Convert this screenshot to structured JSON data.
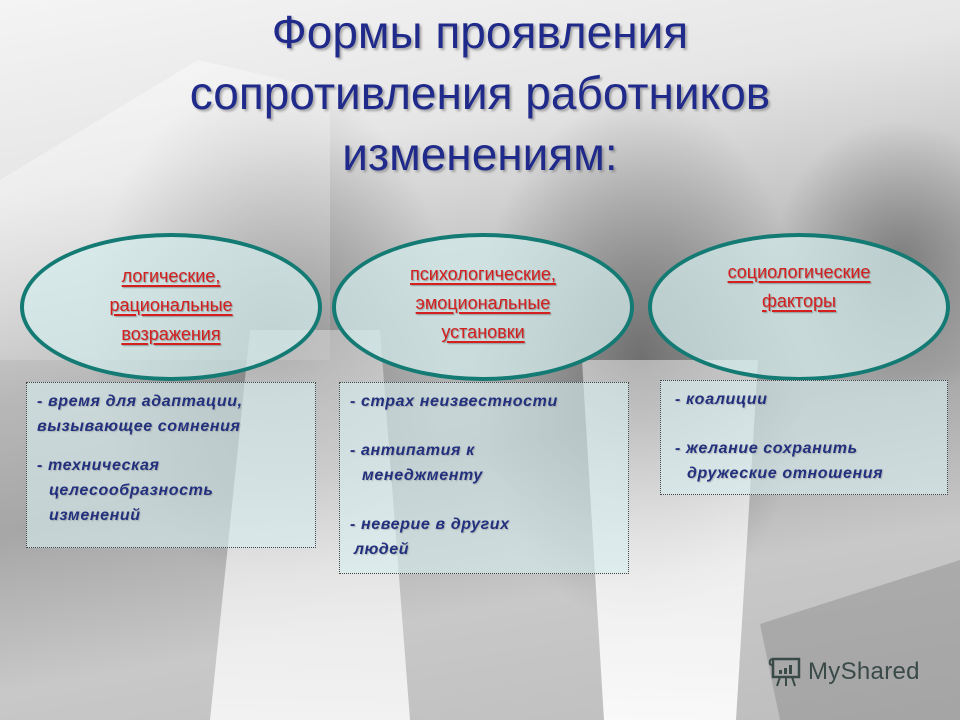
{
  "slide": {
    "title_lines": [
      "Формы проявления",
      "сопротивления работников",
      "изменениям:"
    ],
    "categories": [
      {
        "label_lines": [
          "логические,",
          "рациональные",
          "возражения"
        ],
        "items": [
          {
            "lines": [
              "- время для адаптации,",
              "вызывающее сомнения"
            ]
          },
          {
            "lines": [
              "- техническая",
              "целесообразность",
              "изменений"
            ]
          }
        ]
      },
      {
        "label_lines": [
          "психологические,",
          "эмоциональные",
          "установки"
        ],
        "items": [
          {
            "lines": [
              "- страх неизвестности"
            ]
          },
          {
            "lines": [
              "- антипатия к",
              "менеджменту"
            ]
          },
          {
            "lines": [
              "- неверие в других",
              "людей"
            ]
          }
        ]
      },
      {
        "label_lines": [
          "социологические",
          "факторы"
        ],
        "items": [
          {
            "lines": [
              "- коалиции"
            ]
          },
          {
            "lines": [
              "- желание сохранить",
              "дружеские отношения"
            ]
          }
        ]
      }
    ],
    "colors": {
      "title": "#1f2a8a",
      "ellipse_border": "#147a74",
      "ellipse_label": "#d41f1f",
      "box_text": "#22307e"
    }
  },
  "watermark": {
    "icon": "presentation-board-icon",
    "text": "MyShared"
  }
}
